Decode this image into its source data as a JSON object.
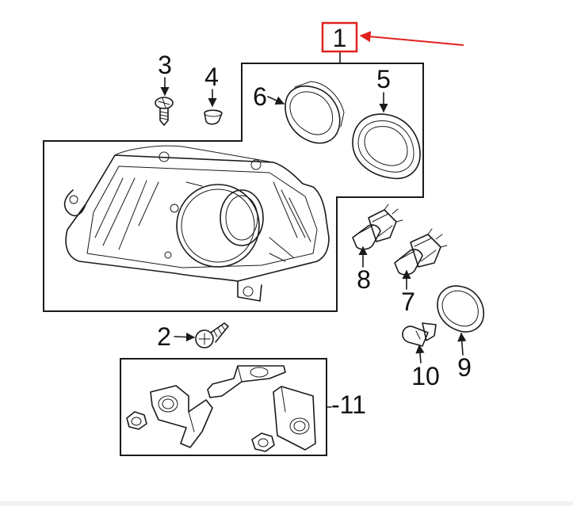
{
  "callouts": {
    "c1": "1",
    "c2": "2",
    "c3": "3",
    "c4": "4",
    "c5": "5",
    "c6": "6",
    "c7": "7",
    "c8": "8",
    "c9": "9",
    "c10": "10",
    "c11": "-11"
  },
  "colors": {
    "line": "#1a1a1a",
    "highlight": "#e0211d",
    "background": "#ffffff"
  }
}
